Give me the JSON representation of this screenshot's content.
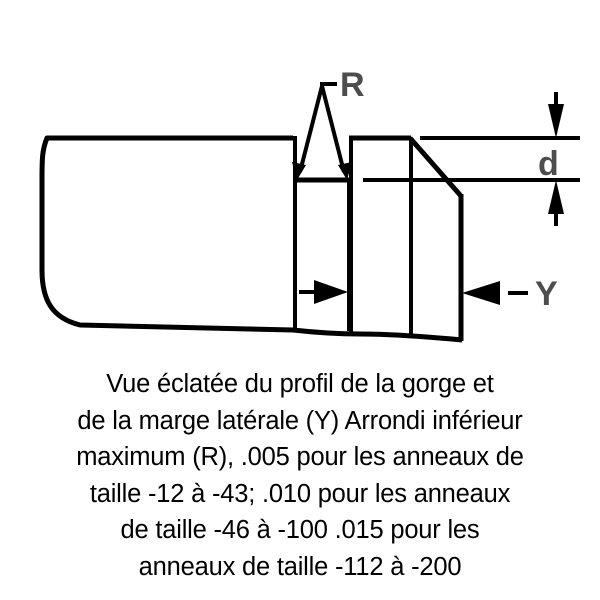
{
  "figure": {
    "name": "exploded-groove-profile-diagram",
    "labels": {
      "radius": "R",
      "side_margin": "Y",
      "depth": "d"
    },
    "label_color": "#4d4d4d",
    "line_color": "#000000",
    "background": "#ffffff"
  },
  "caption": {
    "lines": [
      "Vue éclatée du profil de la gorge et",
      "de la marge latérale (Y) Arrondi inférieur",
      "maximum (R), .005 pour les anneaux de",
      "taille -12 à -43; .010 pour les anneaux",
      "de taille -46 à -100 .015 pour les",
      "anneaux de taille -112 à -200"
    ]
  }
}
